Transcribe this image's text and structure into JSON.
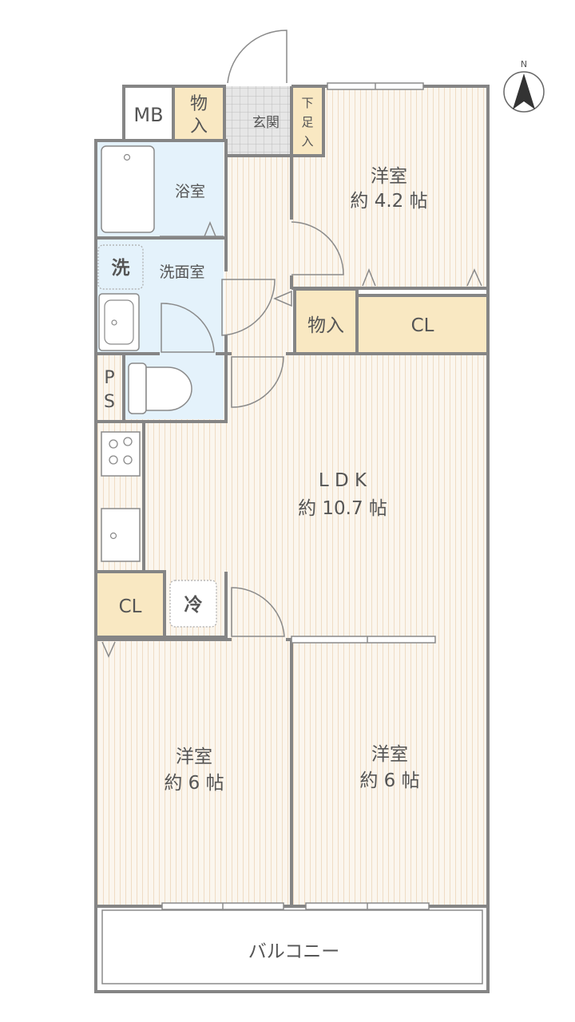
{
  "compass": {
    "label": "N"
  },
  "rooms": {
    "mb": "MB",
    "storage_entrance": "物入",
    "genkan": "玄関",
    "shoe_storage": "下足入",
    "bathroom": "浴室",
    "washroom": "洗面室",
    "washer_mark": "洗",
    "ps": "PS",
    "western_north": {
      "name": "洋室",
      "size": "約 4.2 帖"
    },
    "storage_mid": "物入",
    "closet_mid": "CL",
    "ldk": {
      "name": "L D K",
      "size": "約 10.7 帖"
    },
    "closet_kitchen": "CL",
    "fridge_mark": "冷",
    "western_sw": {
      "name": "洋室",
      "size": "約 6 帖"
    },
    "western_se": {
      "name": "洋室",
      "size": "約 6 帖"
    },
    "balcony": "バルコニー"
  },
  "colors": {
    "wall": "#858585",
    "floor": "#fbf6ee",
    "floor_stripe": "#efdcc4",
    "storage": "#f9e8c2",
    "wet_area": "#e4f2fb",
    "tile": "#d9d9d9"
  }
}
